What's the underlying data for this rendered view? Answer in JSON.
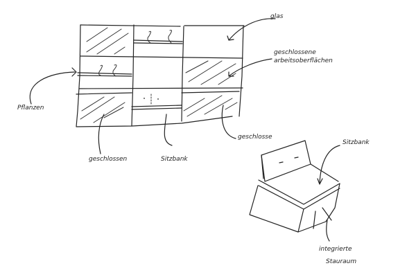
{
  "plan_sketch": {
    "labels": {
      "glass": "glas",
      "closed_worktops_line1": "geschlossene",
      "closed_worktops_line2": "arbeitsoberflächen",
      "plants": "Pflanzen",
      "closed_left": "geschlossen",
      "bench": "Sitzbank",
      "closed_right": "geschlosse"
    }
  },
  "perspective_sketch": {
    "labels": {
      "bench": "Sitzbank",
      "storage_line1": "integrierte",
      "storage_line2": "Stauraum"
    }
  }
}
